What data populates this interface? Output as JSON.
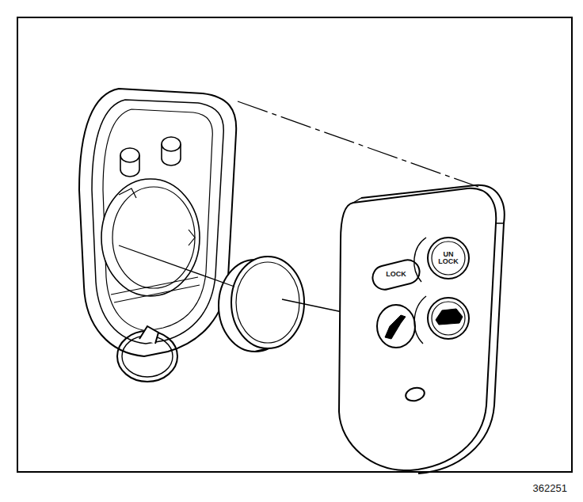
{
  "diagram": {
    "labels": [
      "LOCK",
      "UN LOCK",
      "362251"
    ]
  }
}
